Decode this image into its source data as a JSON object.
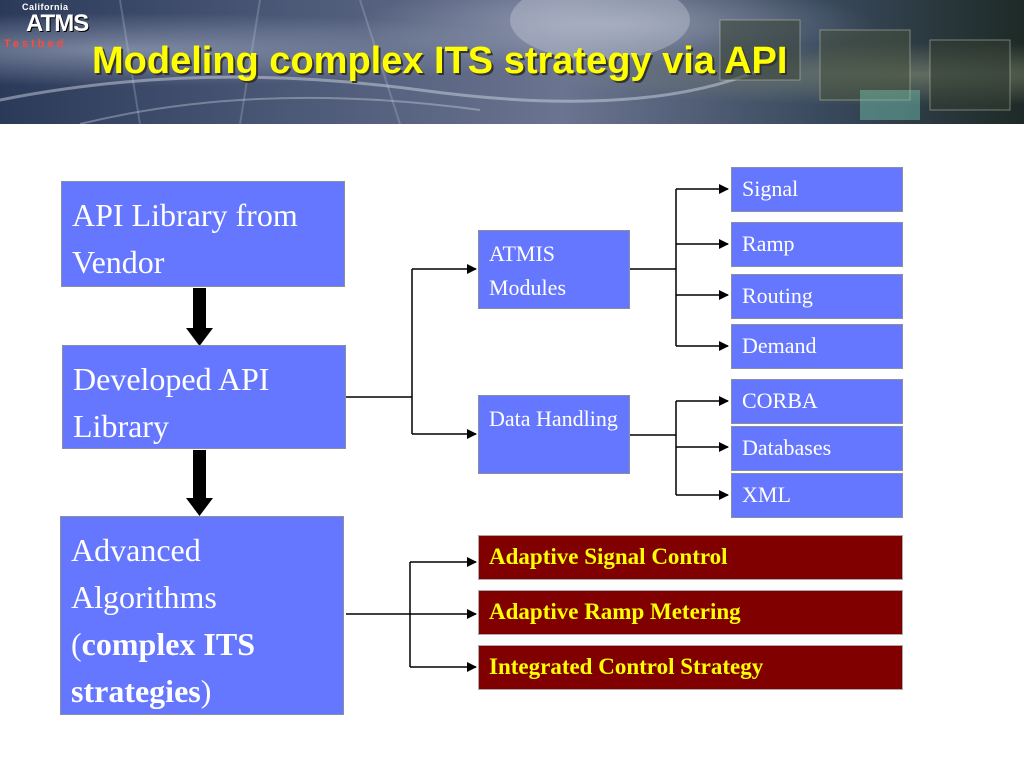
{
  "header": {
    "logo_state": "California",
    "logo_mark": "ATMS",
    "logo_sub": "Testbed",
    "title": "Modeling complex ITS strategy via API"
  },
  "left_column": {
    "api_library": "API Library from Vendor",
    "developed": "Developed API Library",
    "advanced_line1": "Advanced",
    "advanced_line2": "Algorithms",
    "advanced_paren_open": "(",
    "advanced_bold1": "complex ITS",
    "advanced_bold2": "strategies",
    "advanced_paren_close": ")"
  },
  "middle_column": {
    "atmis": "ATMIS Modules",
    "data_handling": "Data Handling"
  },
  "atmis_children": [
    "Signal",
    "Ramp",
    "Routing",
    "Demand"
  ],
  "data_children": [
    "CORBA",
    "Databases",
    "XML"
  ],
  "strategies": [
    "Adaptive Signal Control",
    "Adaptive Ramp Metering",
    "Integrated Control Strategy"
  ],
  "colors": {
    "box_blue": "#6677ff",
    "strategy_red": "#800000",
    "strategy_text": "#ffff00",
    "title_yellow": "#ffff00"
  }
}
